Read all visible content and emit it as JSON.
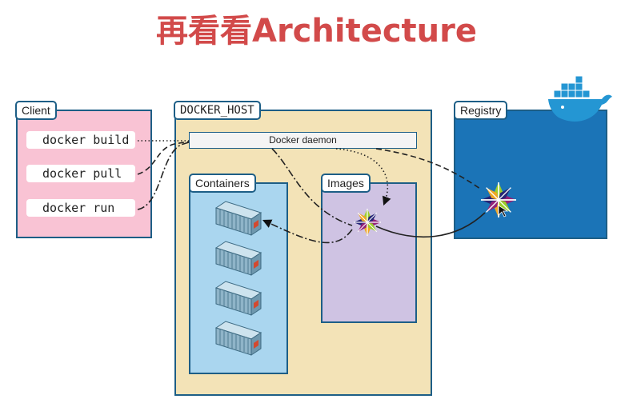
{
  "title": "再看看Architecture",
  "colors": {
    "title": "#d24a4a",
    "client_bg": "#f9c3d4",
    "host_bg": "#f3e3b7",
    "containers_bg": "#aad6ef",
    "images_bg": "#cfc3e3",
    "registry_bg": "#1b74b7",
    "border": "#1d5e86"
  },
  "client": {
    "label": "Client",
    "commands": [
      "docker build",
      "docker pull",
      "docker run"
    ]
  },
  "host": {
    "label": "DOCKER_HOST",
    "daemon_label": "Docker daemon",
    "containers_label": "Containers",
    "images_label": "Images"
  },
  "registry": {
    "label": "Registry"
  }
}
